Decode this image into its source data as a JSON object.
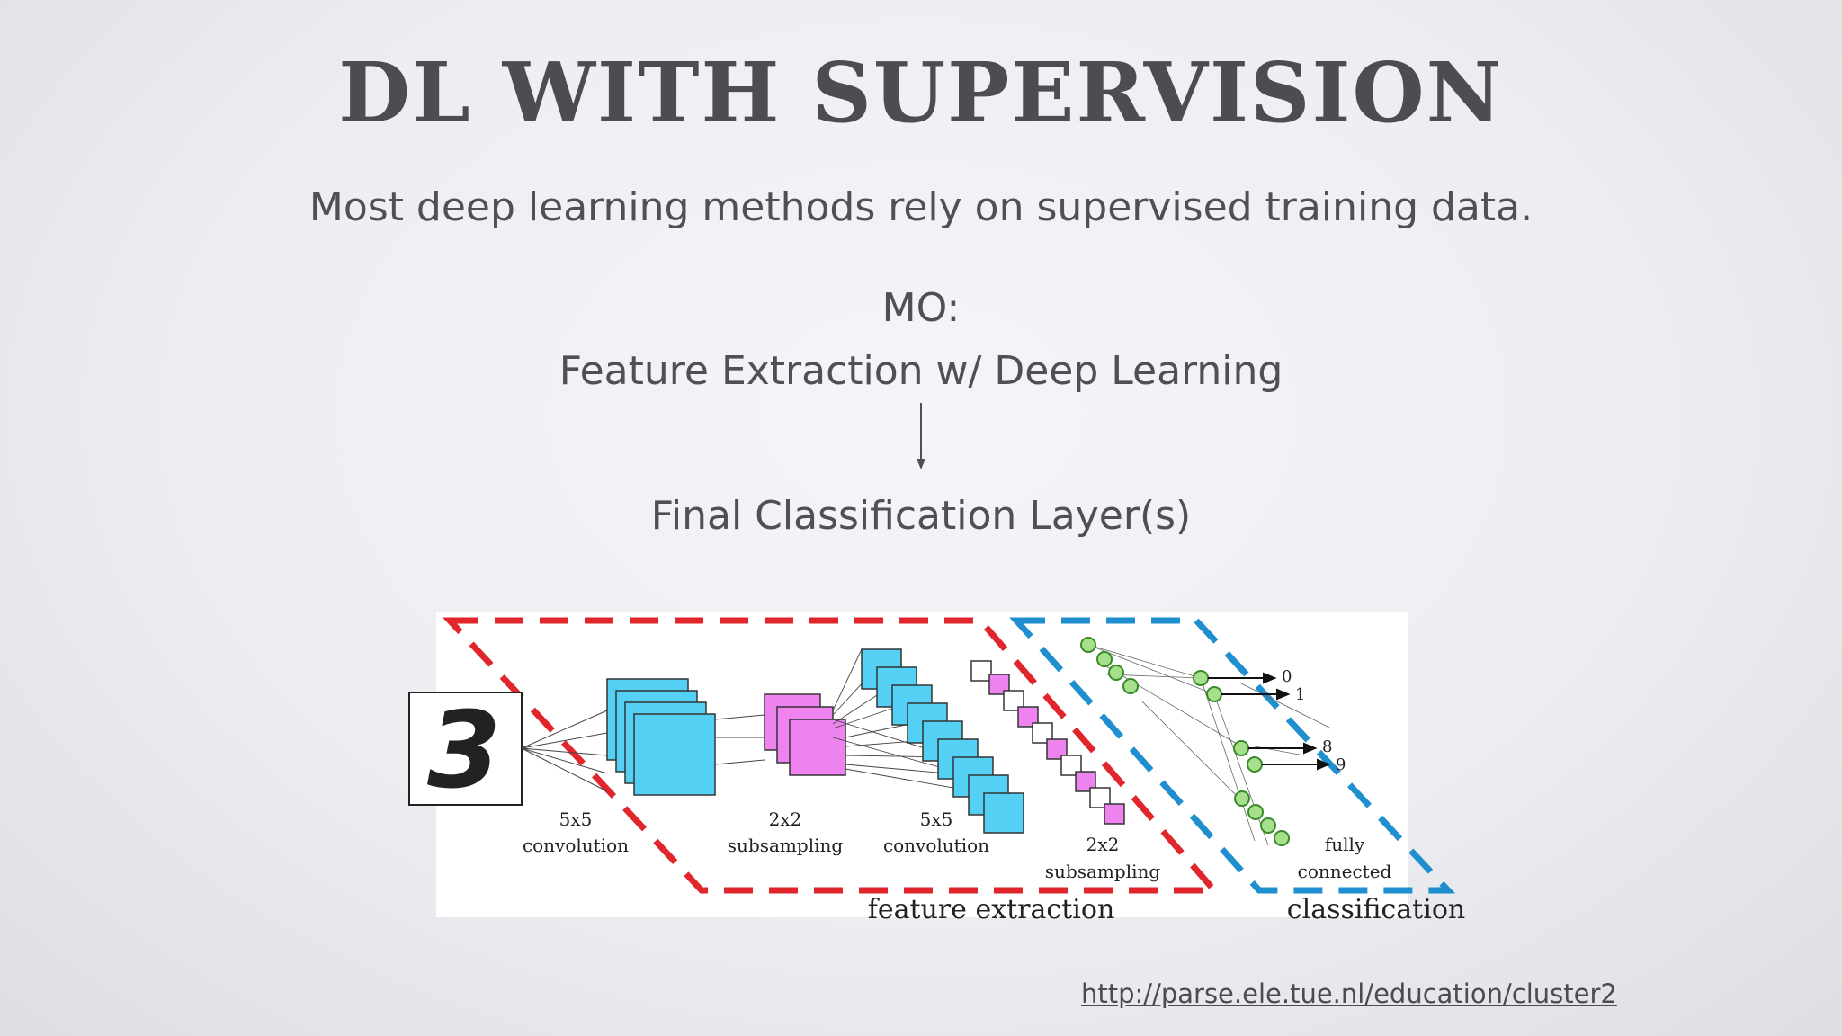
{
  "slide": {
    "title": "DL WITH SUPERVISION",
    "subtitle": "Most deep learning methods rely on supervised training data.",
    "mo_label": "MO:",
    "step1": "Feature Extraction w/ Deep Learning",
    "step2": "Final Classification Layer(s)",
    "source_link": "http://parse.ele.tue.nl/education/cluster2"
  },
  "diagram": {
    "input_digit": "3",
    "stages": [
      {
        "line1": "5x5",
        "line2": "convolution"
      },
      {
        "line1": "2x2",
        "line2": "subsampling"
      },
      {
        "line1": "5x5",
        "line2": "convolution"
      },
      {
        "line1": "2x2",
        "line2": "subsampling"
      },
      {
        "line1": "fully",
        "line2": "connected"
      }
    ],
    "outputs": [
      "0",
      "1",
      "8",
      "9"
    ],
    "section_feature": "feature extraction",
    "section_classification": "classification",
    "colors": {
      "feature_box": "#e0262b",
      "classification_box": "#1f8fd0",
      "conv_map": "#55d0f5",
      "subsample_map": "#ee82ee",
      "neuron": "#a6e08c"
    }
  }
}
